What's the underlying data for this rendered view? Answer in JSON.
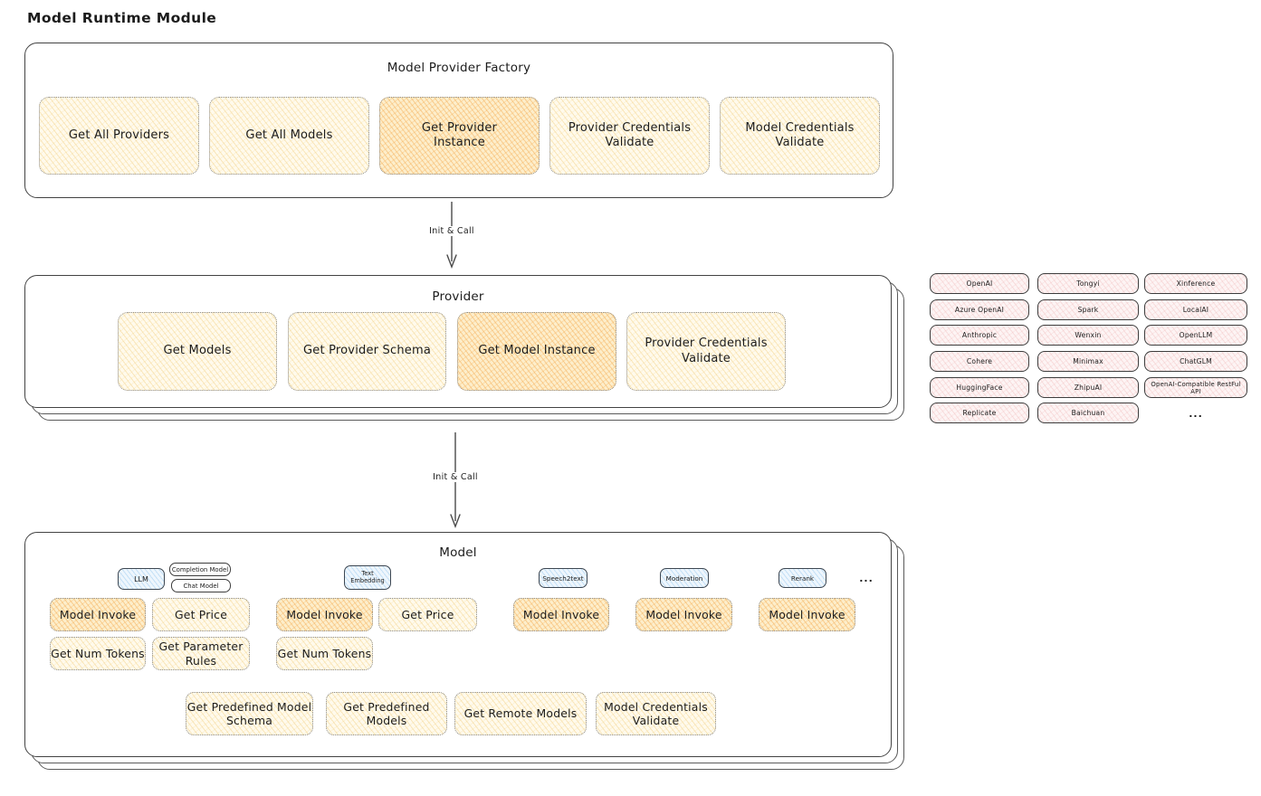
{
  "diagram_title": "Model Runtime Module",
  "arrow1_label": "Init & Call",
  "arrow2_label": "Init & Call",
  "factory": {
    "title": "Model Provider Factory",
    "items": [
      "Get All Providers",
      "Get All Models",
      "Get Provider\nInstance",
      "Provider Credentials\nValidate",
      "Model Credentials\nValidate"
    ]
  },
  "provider": {
    "title": "Provider",
    "items": [
      "Get Models",
      "Get Provider Schema",
      "Get Model Instance",
      "Provider Credentials\nValidate"
    ]
  },
  "provider_grid": {
    "col1": [
      "OpenAI",
      "Azure OpenAI",
      "Anthropic",
      "Cohere",
      "HuggingFace",
      "Replicate"
    ],
    "col2": [
      "Tongyi",
      "Spark",
      "Wenxin",
      "Minimax",
      "ZhipuAI",
      "Baichuan"
    ],
    "col3": [
      "Xinference",
      "LocalAI",
      "OpenLLM",
      "ChatGLM",
      "OpenAI-Compatible RestFul API"
    ],
    "more": "..."
  },
  "model": {
    "title": "Model",
    "types": {
      "llm": "LLM",
      "completion": "Completion Model",
      "chat": "Chat Model",
      "text_embedding": "Text\nEmbedding",
      "speech2text": "Speech2text",
      "moderation": "Moderation",
      "rerank": "Rerank",
      "more": "..."
    },
    "functions": {
      "model_invoke": "Model Invoke",
      "get_price": "Get Price",
      "get_num_tokens": "Get Num Tokens",
      "get_parameter_rules": "Get Parameter\nRules"
    },
    "bottom": [
      "Get Predefined Model\nSchema",
      "Get Predefined\nModels",
      "Get Remote Models",
      "Model Credentials\nValidate"
    ]
  },
  "colors": {
    "ink": "#1c1c1c",
    "yellow_fill": "#fffaec",
    "orange_fill": "#fdeecb",
    "pink_fill": "#fdf4f4",
    "blue_fill": "#eef6fd",
    "stroke": "#434343"
  }
}
